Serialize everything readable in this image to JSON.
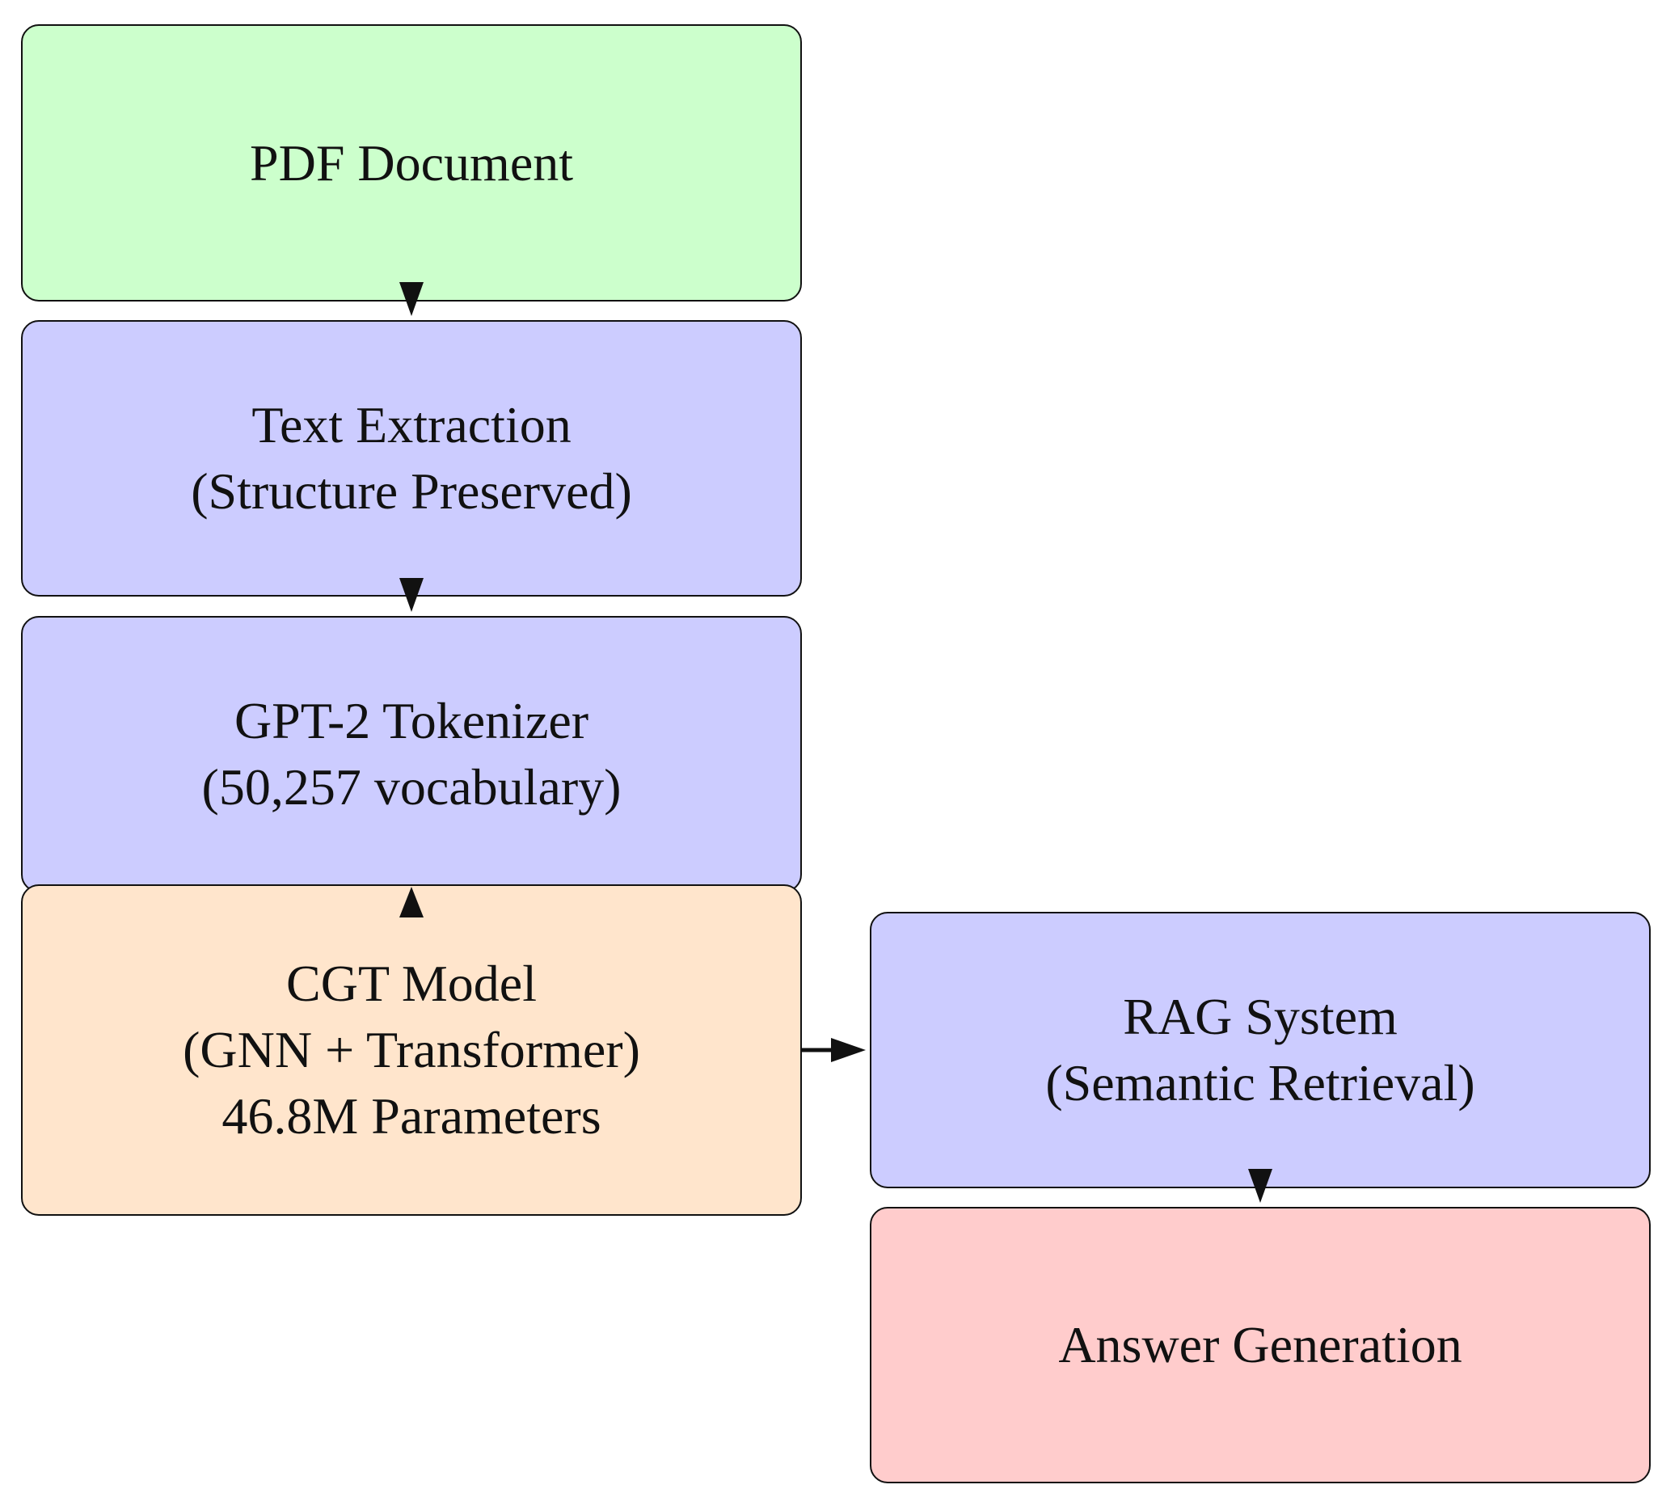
{
  "colors": {
    "input": "#ccffcc",
    "process": "#ccccff",
    "model": "#ffe5cc",
    "output": "#ffcccc",
    "stroke": "#111111"
  },
  "nodes": {
    "pdf_document": {
      "lines": [
        "PDF Document"
      ]
    },
    "text_extraction": {
      "lines": [
        "Text Extraction",
        "(Structure Preserved)"
      ]
    },
    "gpt2_tokenizer": {
      "lines": [
        "GPT-2 Tokenizer",
        "(50,257 vocabulary)"
      ]
    },
    "cgt_model": {
      "lines": [
        "CGT Model",
        "(GNN + Transformer)",
        "46.8M Parameters"
      ]
    },
    "rag_system": {
      "lines": [
        "RAG System",
        "(Semantic Retrieval)"
      ]
    },
    "answer_generation": {
      "lines": [
        "Answer Generation"
      ]
    }
  },
  "edges": [
    {
      "from": "pdf_document",
      "to": "text_extraction"
    },
    {
      "from": "text_extraction",
      "to": "gpt2_tokenizer"
    },
    {
      "from": "cgt_model",
      "to": "gpt2_tokenizer"
    },
    {
      "from": "cgt_model",
      "to": "rag_system"
    },
    {
      "from": "rag_system",
      "to": "answer_generation"
    }
  ]
}
